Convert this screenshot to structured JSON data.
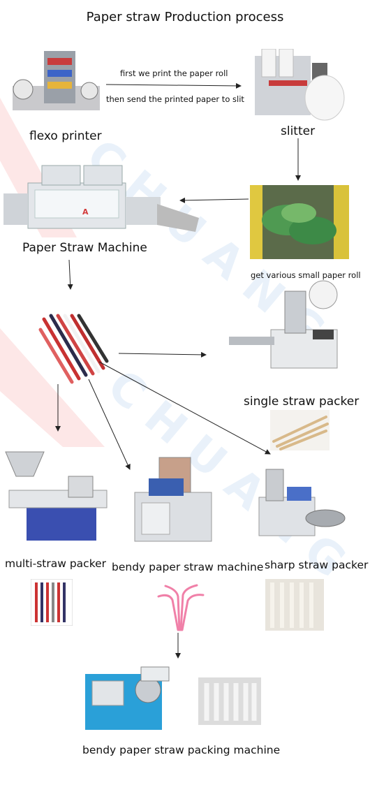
{
  "title": "Paper straw Production process",
  "watermark": {
    "text": "CHUANG",
    "accent_color": "#f03c3c",
    "text_color": "#8ab8e6"
  },
  "steps": {
    "flexo_printer": "flexo printer",
    "slitter": "slitter",
    "paper_straw_machine": "Paper Straw Machine",
    "small_rolls": "get various small paper roll",
    "single_packer": "single straw packer",
    "multi_packer": "multi-straw packer",
    "bendy_machine": "bendy paper straw machine",
    "sharp_packer": "sharp straw packer",
    "bendy_packing": "bendy paper straw packing machine"
  },
  "arrow_notes": {
    "print": "first we print the paper roll",
    "slit": "then send the printed paper to slit"
  },
  "icons": [
    "flexo-printer-image",
    "slitter-image",
    "paper-roll-image",
    "paper-straw-machine-image",
    "straw-bundle-image",
    "single-packer-image",
    "multi-packer-image",
    "bendy-machine-image",
    "sharp-packer-image",
    "bendy-packing-image"
  ]
}
